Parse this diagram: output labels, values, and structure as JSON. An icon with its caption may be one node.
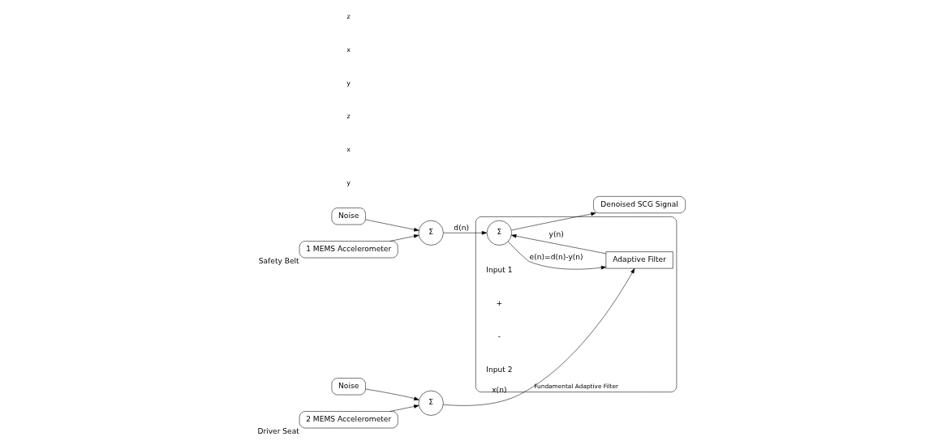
{
  "diagram": {
    "nodes": [
      {
        "text": [
          "Noise"
        ]
      },
      {
        "text": [
          "1 MEMS Accelerometer"
        ],
        "beside": [
          "Safety Belt"
        ]
      },
      {
        "text": [
          "Σ"
        ]
      },
      {
        "text": [
          "2 MEMS Accelerometer"
        ],
        "beside": [
          "Driver Seat"
        ]
      },
      {
        "text": [
          "Σ"
        ]
      },
      {
        "text": [
          "Noise"
        ]
      },
      {
        "text": [
          "Fundamental Adaptive Filter"
        ]
      },
      {
        "text": [
          "Σ"
        ],
        "in": 6
      },
      {
        "text": [
          "Adaptive Filter"
        ],
        "in": 6
      },
      {
        "text": [
          "Denoised SCG Signal"
        ]
      }
    ],
    "edges": [
      {
        "from": 0,
        "to": 2,
        "arrow": "to"
      },
      {
        "from": 1,
        "to": 2,
        "arrow": "to"
      },
      {
        "from": 2,
        "to": 7,
        "arrow": "to",
        "label": "d(n)"
      },
      {
        "from": 3,
        "to": 4,
        "arrow": "to"
      },
      {
        "from": 5,
        "to": 4,
        "arrow": "to"
      },
      {
        "from": 4,
        "to": 8,
        "arrow": "to",
        "label": "x(n)"
      },
      {
        "from": 8,
        "to": 7,
        "arrow": "to",
        "label": "y(n)"
      },
      {
        "from": 7,
        "to": 9,
        "arrow": "to"
      },
      {
        "from": 7,
        "to": 8,
        "arrow": "to",
        "label": "e(n)=d(n)-y(n)"
      }
    ],
    "labels": [
      "y",
      "x",
      "z",
      "Input 1",
      "+",
      "-",
      "y",
      "x",
      "z",
      "Input 2"
    ]
  }
}
